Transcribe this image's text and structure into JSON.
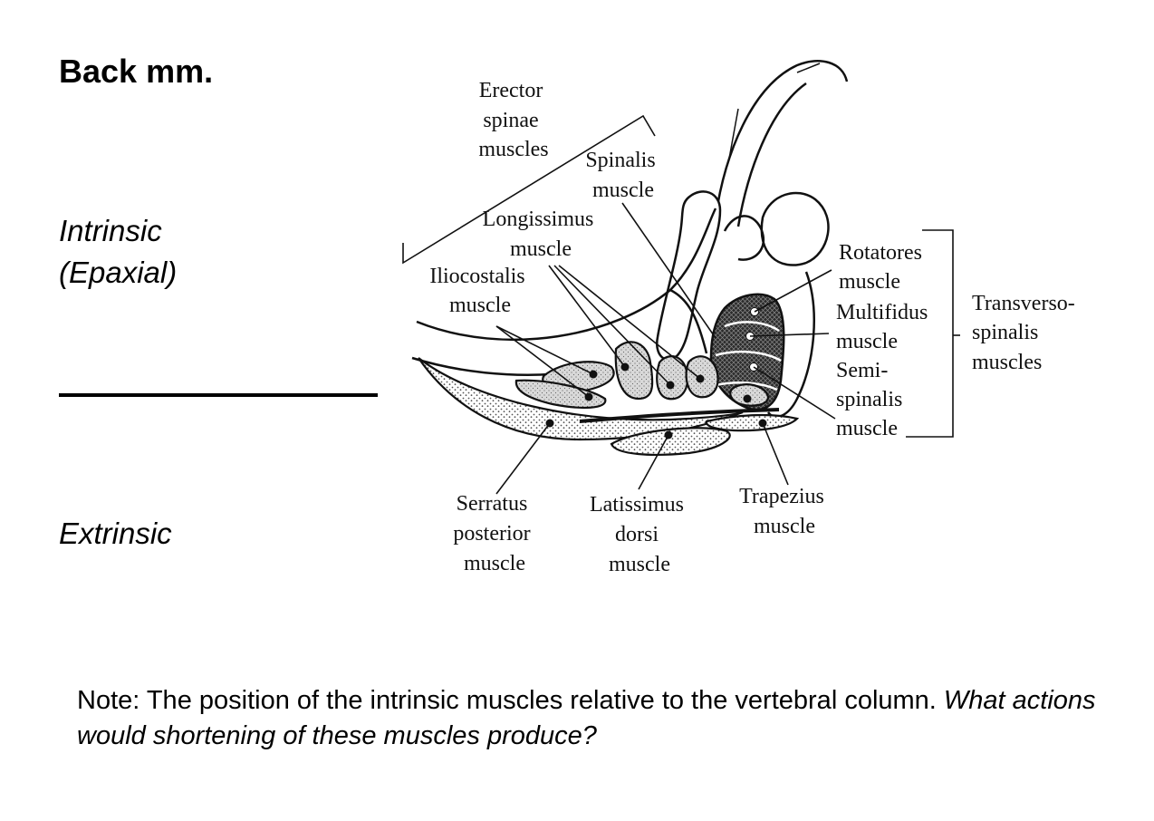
{
  "slide": {
    "title": "Back mm.",
    "intrinsic_label": "Intrinsic (Epaxial)",
    "intrinsic_line1": "Intrinsic",
    "intrinsic_line2": "(Epaxial)",
    "extrinsic_label": "Extrinsic",
    "note_text": "Note: The position of the intrinsic muscles relative to the vertebral column. ",
    "note_question": "What actions would shortening of these muscles produce?"
  },
  "figure_labels": {
    "erector_spinae": [
      "Erector",
      "spinae",
      "muscles"
    ],
    "spinalis": [
      "Spinalis",
      "muscle"
    ],
    "longissimus": [
      "Longissimus",
      "muscle"
    ],
    "iliocostalis": [
      "Iliocostalis",
      "muscle"
    ],
    "rotatores": [
      "Rotatores",
      "muscle"
    ],
    "multifidus": [
      "Multifidus",
      "muscle"
    ],
    "semispinalis": [
      "Semi-",
      "spinalis",
      "muscle"
    ],
    "transversospinalis": [
      "Transverso-",
      "spinalis",
      "muscles"
    ],
    "serratus_posterior": [
      "Serratus",
      "posterior",
      "muscle"
    ],
    "latissimus_dorsi": [
      "Latissimus",
      "dorsi",
      "muscle"
    ],
    "trapezius": [
      "Trapezius",
      "muscle"
    ]
  },
  "colors": {
    "text": "#000000",
    "line": "#111111",
    "stipple": "#bdbdbd",
    "dark_fill": "#3a3a3a"
  }
}
